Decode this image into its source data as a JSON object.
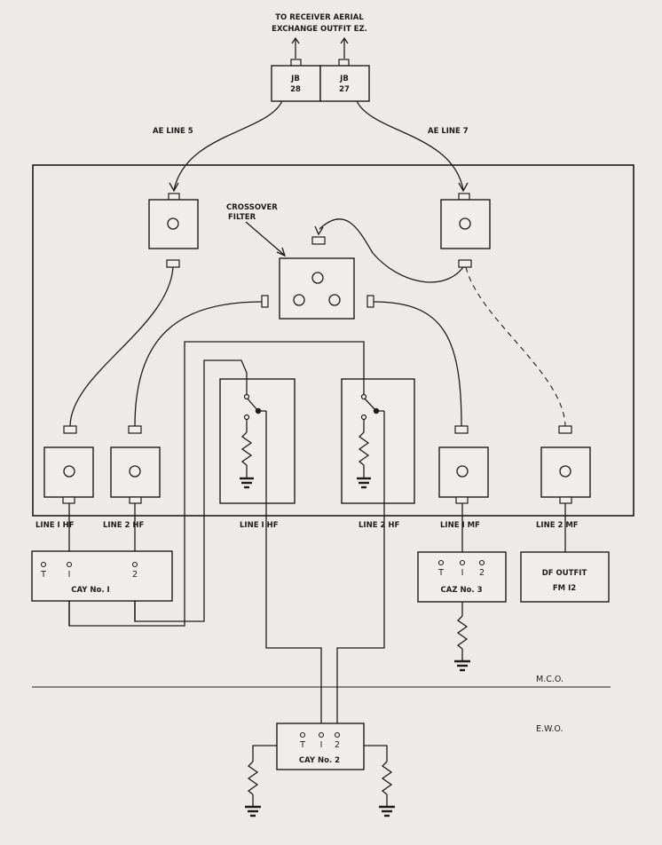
{
  "top_label": {
    "line1": "TO RECEIVER AERIAL",
    "line2": "EXCHANGE OUTFIT EZ."
  },
  "junction_boxes": [
    {
      "name": "JB",
      "number": "28"
    },
    {
      "name": "JB",
      "number": "27"
    }
  ],
  "ae_lines": {
    "left": "AE LINE 5",
    "right": "AE LINE 7"
  },
  "crossover_filter": {
    "line1": "CROSSOVER",
    "line2": "FILTER"
  },
  "outlet_labels": {
    "line1_hf": "LINE I HF",
    "line2_hf": "LINE 2 HF",
    "switch1": "LINE I HF",
    "switch2": "LINE 2 HF",
    "line1_mf": "LINE I MF",
    "line2_mf": "LINE 2 MF"
  },
  "cay1": {
    "label": "CAY No. I",
    "terminals": [
      "T",
      "I",
      "2"
    ]
  },
  "caz3": {
    "label": "CAZ No. 3",
    "terminals": [
      "T",
      "I",
      "2"
    ]
  },
  "df_outfit": {
    "line1": "DF OUTFIT",
    "line2": "FM I2"
  },
  "cay2": {
    "label": "CAY No. 2",
    "terminals": [
      "T",
      "I",
      "2"
    ]
  },
  "zones": {
    "upper": "M.C.O.",
    "lower": "E.W.O."
  }
}
